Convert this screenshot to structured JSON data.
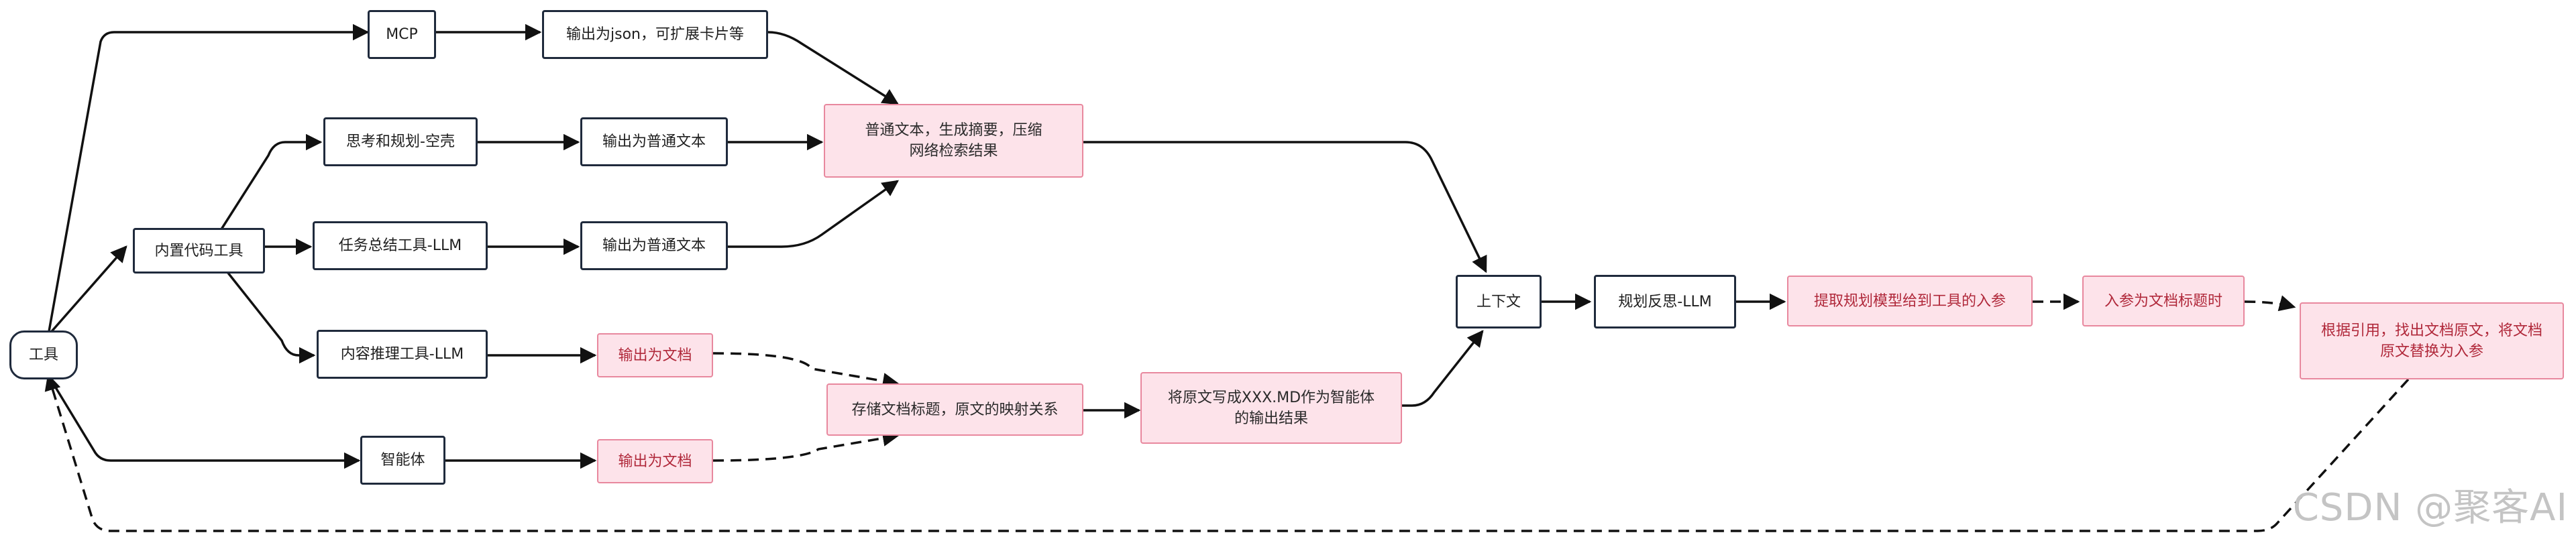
{
  "nodes": {
    "tool": "工具",
    "builtin_code_tool": "内置代码工具",
    "mcp": "MCP",
    "mcp_output": "输出为json，可扩展卡片等",
    "think_plan": "思考和规划-空壳",
    "think_output": "输出为普通文本",
    "task_summary": "任务总结工具-LLM",
    "task_output": "输出为普通文本",
    "content_reasoning": "内容推理工具-LLM",
    "reasoning_output": "输出为文档",
    "agent": "智能体",
    "agent_output": "输出为文档",
    "plain_text_summary": "普通文本，生成摘要，压缩网络检索结果",
    "store_doc_title": "存储文档标题，原文的映射关系",
    "write_md": "将原文写成XXX.MD作为智能体的输出结果",
    "context": "上下文",
    "plan_reflect": "规划反思-LLM",
    "extract_params": "提取规划模型给到工具的入参",
    "param_is_title": "入参为文档标题时",
    "find_original": "根据引用，找出文档原文，将文档原文替换为入参"
  },
  "watermark": "CSDN @聚客AI",
  "colors": {
    "edge": "#111111",
    "box_border": "#1f2a3c",
    "pink_fill": "#fde3ea",
    "pink_border": "#e8889e",
    "pink_text": "#b0283a"
  }
}
